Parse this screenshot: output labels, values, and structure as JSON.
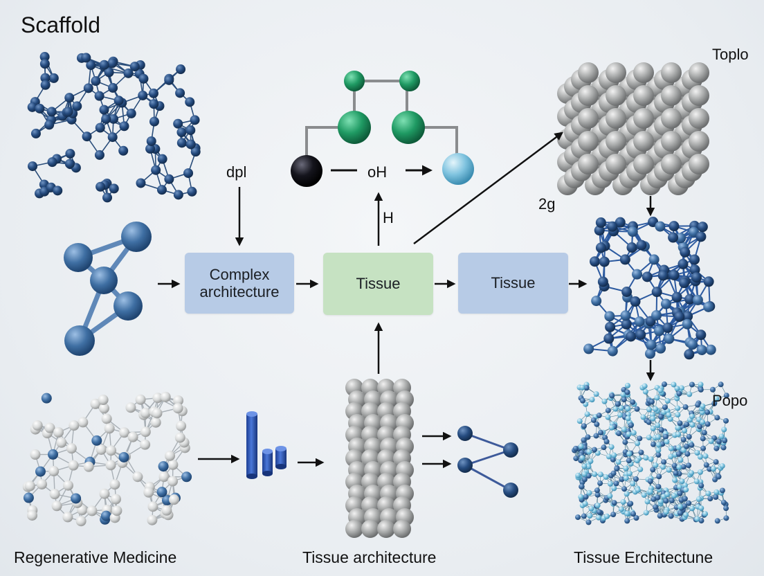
{
  "title": "Scaffold",
  "labels": {
    "top_right": "Toplo",
    "middle_right": "2g",
    "bottom_right": "Popo",
    "input_arrow": "dpl",
    "molecule_mid": "oH",
    "up_arrow": "H"
  },
  "boxes": {
    "complex_line1": "Complex",
    "complex_line2": "architecture",
    "tissue_green": "Tissue",
    "tissue_blue": "Tissue"
  },
  "captions": {
    "left": "Regenerative Medicine",
    "center": "Tissue architecture",
    "right": "Tissue Erchitectune"
  },
  "colors": {
    "navy_atom": "#1f3f6b",
    "blue_atom": "#3f6fa3",
    "green_atom": "#1f9a63",
    "light_blue_atom": "#7fc3df",
    "grey_atom": "#a7a9a9",
    "box_blue": "#b7cbe6",
    "box_green": "#c6e2c2"
  },
  "icons": [
    "molecular-lattice-icon",
    "cube-lattice-icon",
    "network-icon",
    "dense-network-icon",
    "cylinder-bars-icon",
    "stacked-spheres-column-icon"
  ]
}
